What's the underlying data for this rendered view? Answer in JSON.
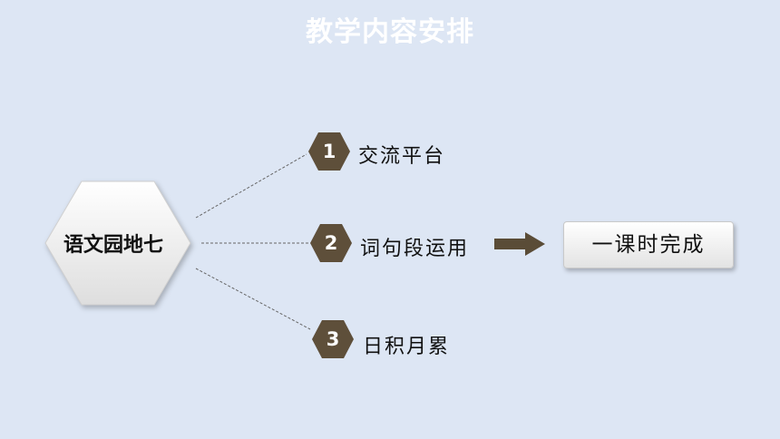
{
  "slide": {
    "title": "教学内容安排",
    "hub": {
      "label": "语文园地七"
    },
    "items": [
      {
        "number": "1",
        "label": "交流平台"
      },
      {
        "number": "2",
        "label": "词句段运用"
      },
      {
        "number": "3",
        "label": "日积月累"
      }
    ],
    "result": {
      "label": "一课时完成"
    }
  },
  "colors": {
    "background": "#dde6f4",
    "badge": "#5e4f3a",
    "arrow": "#5a4c37",
    "title": "#ffffff"
  },
  "icons": {
    "arrow": "right-arrow-icon",
    "badge": "hexagon-shape"
  }
}
